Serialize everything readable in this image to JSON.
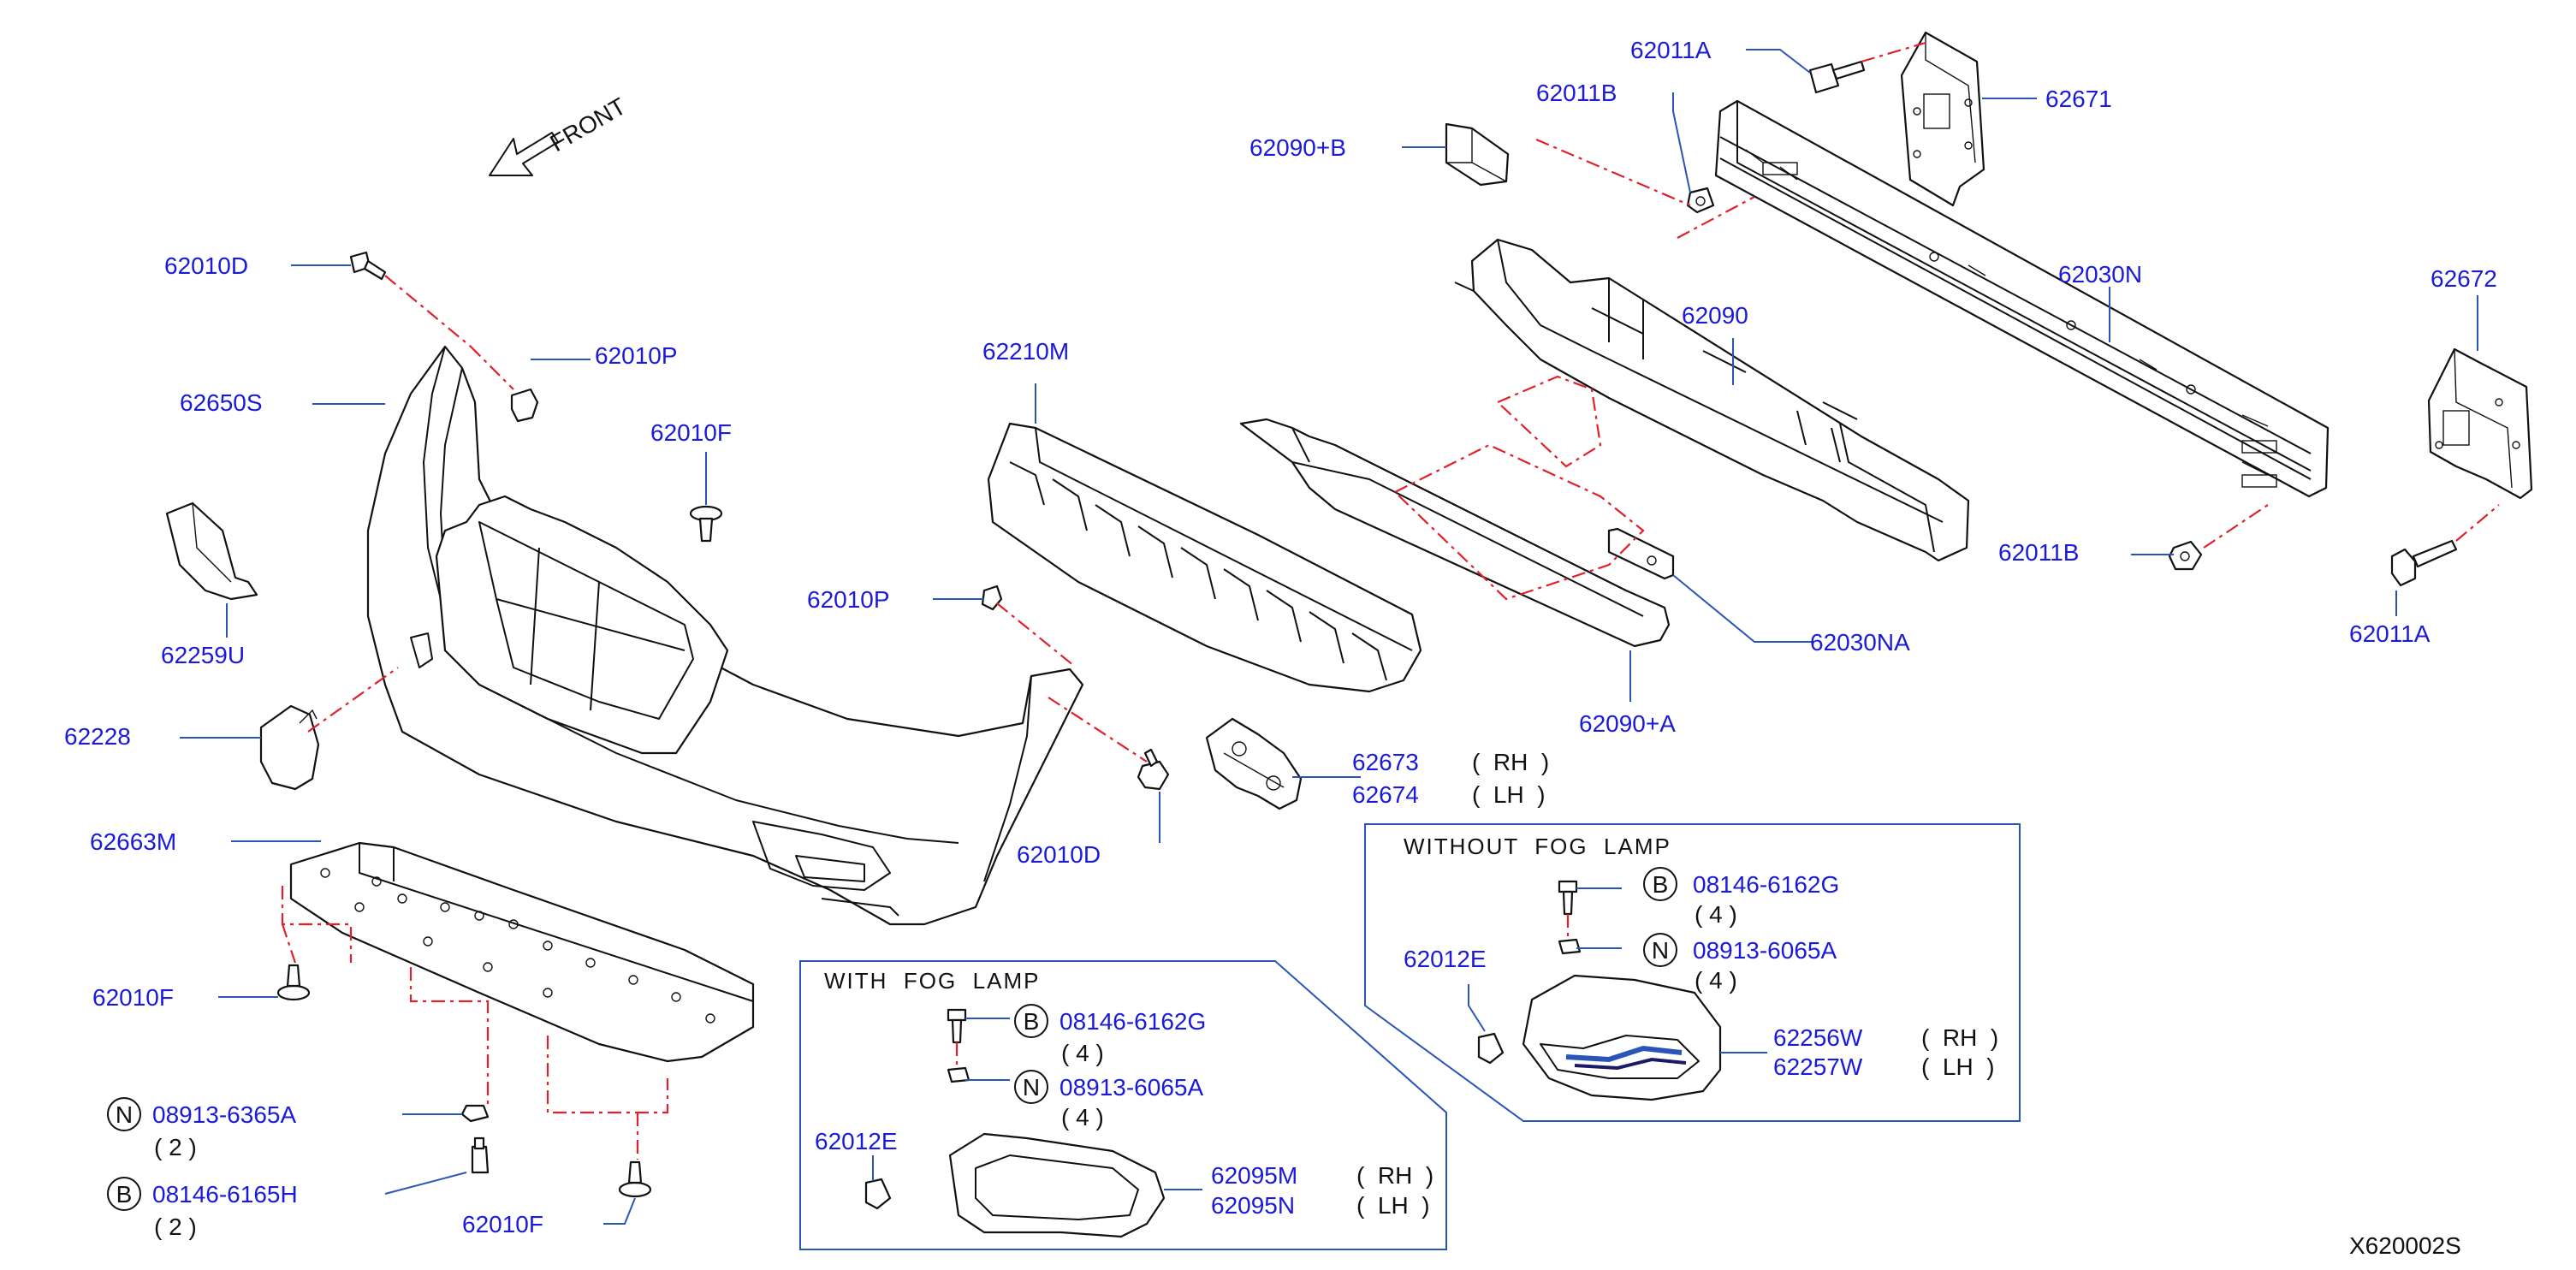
{
  "diagram_id": "X620002S",
  "front_label": "FRONT",
  "labels": {
    "l_62011A_top": "62011A",
    "l_62671": "62671",
    "l_62011B_top": "62011B",
    "l_62090B": "62090+B",
    "l_62030N": "62030N",
    "l_62672": "62672",
    "l_62090": "62090",
    "l_62010D_top": "62010D",
    "l_62010P_top": "62010P",
    "l_62650S": "62650S",
    "l_62010F_mid": "62010F",
    "l_62210M": "62210M",
    "l_62259U": "62259U",
    "l_62010P_mid": "62010P",
    "l_62011B_right": "62011B",
    "l_62030NA": "62030NA",
    "l_62011A_right": "62011A",
    "l_62228": "62228",
    "l_62090A": "62090+A",
    "l_62673": "62673",
    "l_62674": "62674",
    "l_62663M": "62663M",
    "l_62010D_mid": "62010D",
    "l_62010F_left": "62010F",
    "l_08913_6365A": "08913-6365A",
    "l_08146_6165H": "08146-6165H",
    "l_62010F_bottom": "62010F",
    "l_62012E_with": "62012E",
    "l_08146_6162G_with": "08146-6162G",
    "l_08913_6065A_with": "08913-6065A",
    "l_62095M": "62095M",
    "l_62095N": "62095N",
    "l_62012E_without": "62012E",
    "l_08146_6162G_without": "08146-6162G",
    "l_08913_6065A_without": "08913-6065A",
    "l_62256W": "62256W",
    "l_62257W": "62257W"
  },
  "side_notes": {
    "rh_62673": "(  RH  )",
    "lh_62674": "(  LH  )",
    "rh_62095M": "(  RH  )",
    "lh_62095N": "(  LH  )",
    "rh_62256W": "(  RH  )",
    "lh_62257W": "(  LH  )"
  },
  "quantities": {
    "q_08913_6365A": "( 2 )",
    "q_08146_6165H": "( 2 )",
    "q_08146_6162G_with": "( 4 )",
    "q_08913_6065A_with": "( 4 )",
    "q_08146_6162G_without": "( 4 )",
    "q_08913_6065A_without": "( 4 )"
  },
  "circle_marks": {
    "n_left": "N",
    "b_left": "B",
    "b_with": "B",
    "n_with": "N",
    "b_without": "B",
    "n_without": "N"
  },
  "boxes": {
    "with_fog_lamp": "WITH  FOG  LAMP",
    "without_fog_lamp": "WITHOUT  FOG  LAMP"
  },
  "colors": {
    "label_text": "#1a1adb",
    "leader_line": "#2a55b8",
    "dashed_line": "#e0202a",
    "part_outline": "#111111"
  }
}
